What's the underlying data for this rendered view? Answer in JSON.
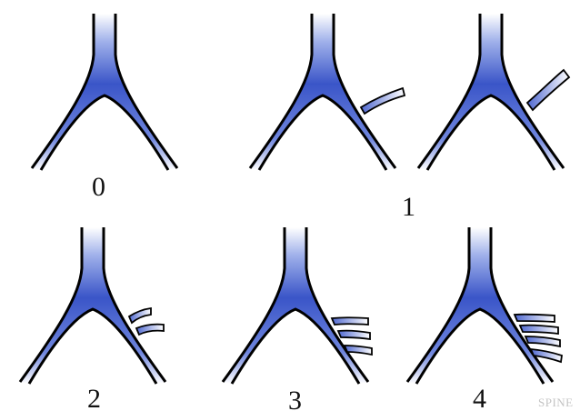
{
  "figure": {
    "panels": [
      {
        "label": "0",
        "branches": 0
      },
      {
        "label": "",
        "branches": 1
      },
      {
        "label": "1",
        "branches": 1
      },
      {
        "label": "2",
        "branches": 2
      },
      {
        "label": "3",
        "branches": 3
      },
      {
        "label": "4",
        "branches": 4
      }
    ],
    "watermark": "SPINE",
    "colors": {
      "vein_fill_dark": "#3a55c8",
      "vein_fill_light": "#ffffff",
      "outline": "#000000"
    }
  }
}
